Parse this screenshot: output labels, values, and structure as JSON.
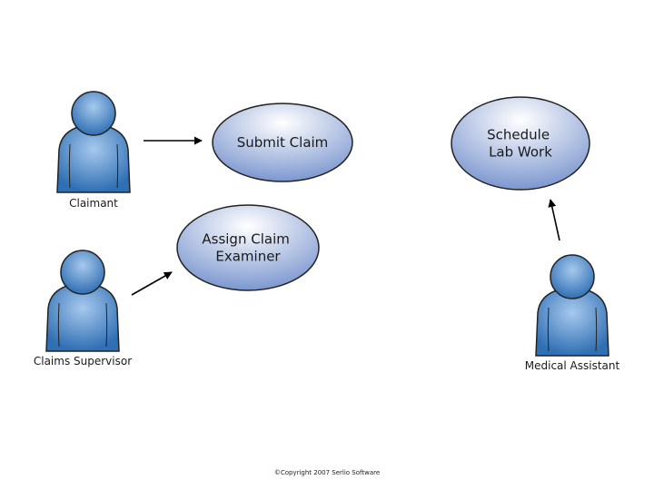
{
  "colors": {
    "ellipse_light": "#ffffff",
    "ellipse_dark": "#7c97cf",
    "actor_light": "#a7c9ee",
    "actor_dark": "#2f6fb3",
    "outline": "#222222",
    "arrow": "#000000"
  },
  "actors": [
    {
      "id": "claimant",
      "label": "Claimant"
    },
    {
      "id": "claims-supervisor",
      "label": "Claims Supervisor"
    },
    {
      "id": "medical-assistant",
      "label": "Medical Assistant"
    }
  ],
  "use_cases": [
    {
      "id": "submit-claim",
      "lines": [
        "Submit Claim"
      ]
    },
    {
      "id": "assign-claim-examiner",
      "lines": [
        "Assign Claim",
        "Examiner"
      ]
    },
    {
      "id": "schedule-lab-work",
      "lines": [
        "Schedule",
        "Lab Work"
      ]
    }
  ],
  "associations": [
    {
      "from": "claimant",
      "to": "submit-claim"
    },
    {
      "from": "claims-supervisor",
      "to": "assign-claim-examiner"
    },
    {
      "from": "medical-assistant",
      "to": "schedule-lab-work"
    }
  ],
  "footer": {
    "copyright": "©Copyright 2007 Serlio Software"
  }
}
